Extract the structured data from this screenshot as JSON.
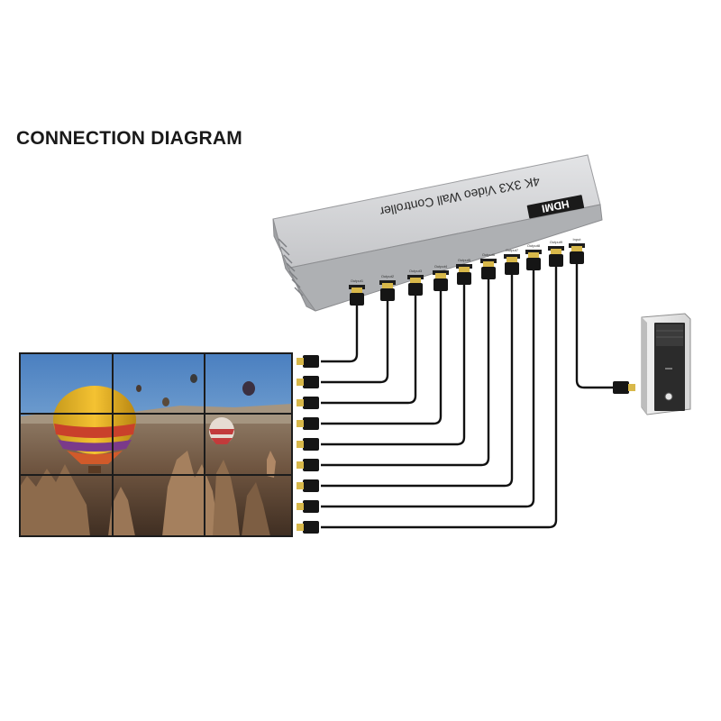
{
  "title": "CONNECTION DIAGRAM",
  "device": {
    "name": "4K 3X3 Video Wall Controller",
    "brand": "HDMI",
    "body_color": "#cfd0d3",
    "outputs": [
      "Output1",
      "Output2",
      "Output3",
      "Output4",
      "Output5",
      "Output6",
      "Output7",
      "Output8",
      "Output9"
    ],
    "input_label": "Input"
  },
  "video_wall": {
    "rows": 3,
    "cols": 3,
    "scene": "hot-air-balloons-over-canyon"
  },
  "source": {
    "type": "pc-tower",
    "color": "#e8e8e8"
  },
  "colors": {
    "cable": "#111111",
    "connector_gold": "#d8b84a",
    "text": "#1a1a1a"
  }
}
